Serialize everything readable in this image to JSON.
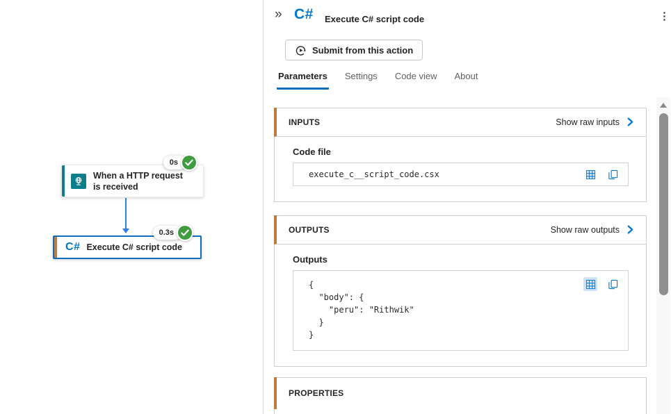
{
  "canvas": {
    "trigger": {
      "title_line1": "When a HTTP request",
      "title_line2": "is received",
      "duration": "0s"
    },
    "action": {
      "logo": "C#",
      "title": "Execute C# script code",
      "duration": "0.3s"
    }
  },
  "panel": {
    "collapse_glyph": "»",
    "more_glyph": "⋮",
    "logo": "C#",
    "title": "Execute C# script code",
    "submit_label": "Submit from this action",
    "tabs": [
      {
        "label": "Parameters",
        "selected": true
      },
      {
        "label": "Settings",
        "selected": false
      },
      {
        "label": "Code view",
        "selected": false
      },
      {
        "label": "About",
        "selected": false
      }
    ],
    "inputs": {
      "heading": "INPUTS",
      "link_label": "Show raw inputs",
      "field_label": "Code file",
      "field_value": "execute_c__script_code.csx"
    },
    "outputs": {
      "heading": "OUTPUTS",
      "link_label": "Show raw outputs",
      "field_label": "Outputs",
      "code_lines": [
        "{",
        "  \"body\": {",
        "    \"peru\": \"Rithwik\"",
        "  }",
        "}"
      ]
    },
    "properties": {
      "heading": "PROPERTIES"
    }
  },
  "colors": {
    "primary_blue": "#0078d4",
    "selected_border_blue": "#0f6cbd",
    "connector_blue": "#2f80ed",
    "trigger_teal": "#0e7e8a",
    "code_accent_orange": "#bf7b3f",
    "success_green": "#3f9c3f",
    "icon_highlight_blue": "#cfe4fa"
  }
}
